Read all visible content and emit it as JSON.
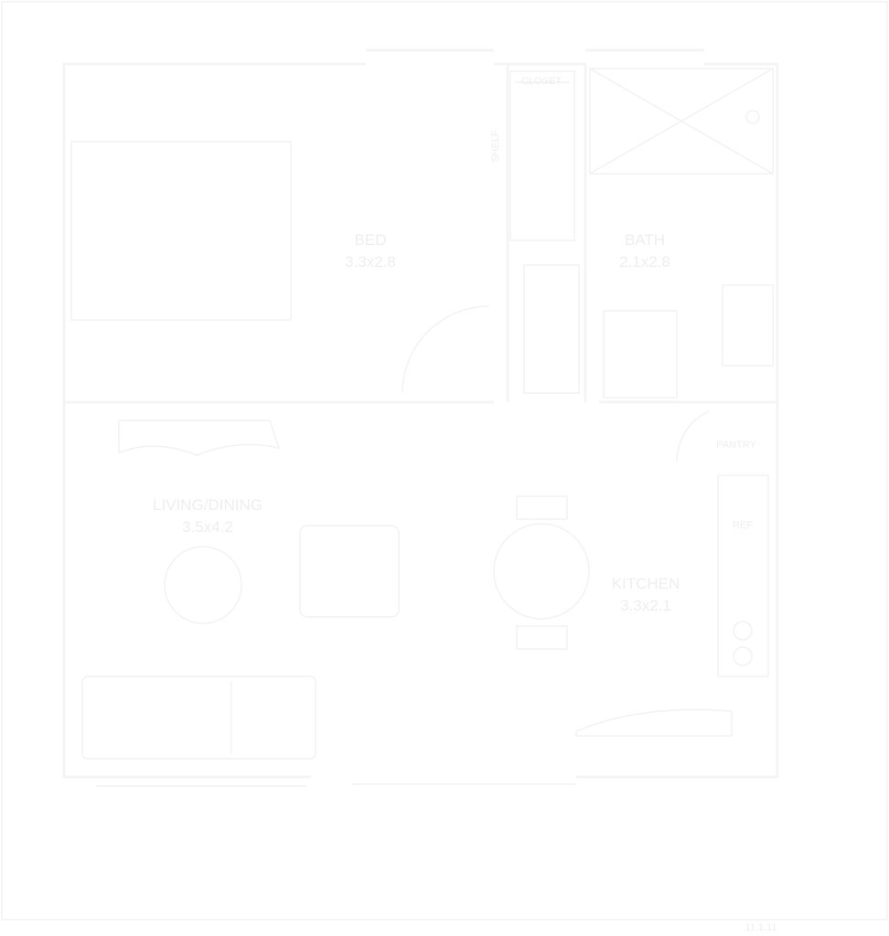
{
  "rooms": {
    "bed": {
      "name": "BED",
      "size": "3.3x2.8"
    },
    "bath": {
      "name": "BATH",
      "size": "2.1x2.8"
    },
    "living": {
      "name": "LIVING/DINING",
      "size": "3.5x4.2"
    },
    "kitchen": {
      "name": "KITCHEN",
      "size": "3.3x2.1"
    }
  },
  "fixtures": {
    "closet": "CLOSET",
    "shelf": "SHELF",
    "pantry": "PANTRY",
    "fridge": "REF"
  },
  "footer": {
    "mark": "11.1.11"
  },
  "colors": {
    "background": "#ffffff",
    "line": "#f4f4f4",
    "text": "#eeeeee"
  }
}
